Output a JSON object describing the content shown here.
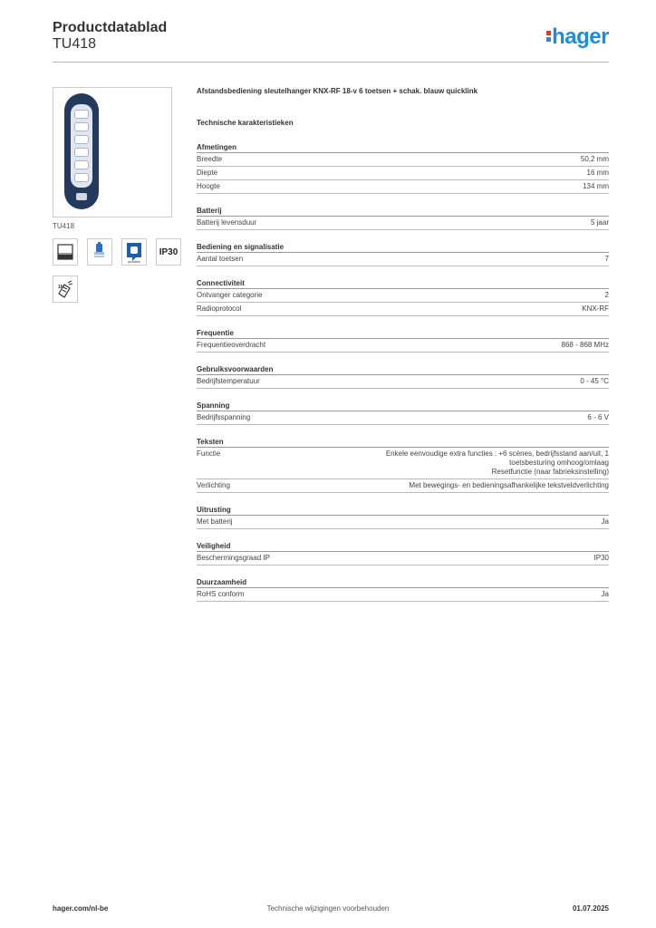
{
  "header": {
    "title": "Productdatablad",
    "subtitle": "TU418",
    "logo_text": "hager",
    "logo_color": "#1e8fd6"
  },
  "product": {
    "image_caption": "TU418",
    "description": "Afstandsbediening sleutelhanger KNX-RF 18-v 6 toetsen + schak. blauw quicklink",
    "icons": [
      "wall-mount-icon",
      "battery-pack-icon",
      "quicklink-icon",
      "ip30-label",
      "remote-hand-icon"
    ],
    "ip_label": "IP30",
    "quicklink_label": "quicklink"
  },
  "tech_heading": "Technische karakteristieken",
  "groups": [
    {
      "title": "Afmetingen",
      "rows": [
        {
          "label": "Breedte",
          "value": "50,2 mm"
        },
        {
          "label": "Diepte",
          "value": "16 mm"
        },
        {
          "label": "Hoogte",
          "value": "134 mm"
        }
      ]
    },
    {
      "title": "Batterij",
      "rows": [
        {
          "label": "Batterij levensduur",
          "value": "5 jaar"
        }
      ]
    },
    {
      "title": "Bediening en signalisatie",
      "rows": [
        {
          "label": "Aantal toetsen",
          "value": "7"
        }
      ]
    },
    {
      "title": "Connectiviteit",
      "rows": [
        {
          "label": "Ontvanger categorie",
          "value": "2"
        },
        {
          "label": "Radioprotocol",
          "value": "KNX-RF"
        }
      ]
    },
    {
      "title": "Frequentie",
      "rows": [
        {
          "label": "Frequentieoverdracht",
          "value": "868 - 868 MHz"
        }
      ]
    },
    {
      "title": "Gebruiksvoorwaarden",
      "rows": [
        {
          "label": "Bedrijfstemperatuur",
          "value": "0 - 45 °C"
        }
      ]
    },
    {
      "title": "Spanning",
      "rows": [
        {
          "label": "Bedrijfsspanning",
          "value": "6 - 6 V"
        }
      ]
    },
    {
      "title": "Teksten",
      "rows": [
        {
          "label": "Functie",
          "value": "Enkele eenvoudige extra functies : +6 scènes, bedrijfsstand aan/uit, 1\ntoetsbesturing omhoog/omlaag\nResetfunctie (naar fabrieksinstelling)"
        },
        {
          "label": "Verlichting",
          "value": "Met bewegings- en bedieningsafhankelijke tekstveldverlichting"
        }
      ]
    },
    {
      "title": "Uitrusting",
      "rows": [
        {
          "label": "Met batterij",
          "value": "Ja"
        }
      ]
    },
    {
      "title": "Veiligheid",
      "rows": [
        {
          "label": "Beschermingsgraad IP",
          "value": "IP30"
        }
      ]
    },
    {
      "title": "Duurzaamheid",
      "rows": [
        {
          "label": "RoHS conform",
          "value": "Ja"
        }
      ]
    }
  ],
  "footer": {
    "website": "hager.com/nl-be",
    "notice": "Technische wijzigingen voorbehouden",
    "date": "01.07.2025"
  }
}
